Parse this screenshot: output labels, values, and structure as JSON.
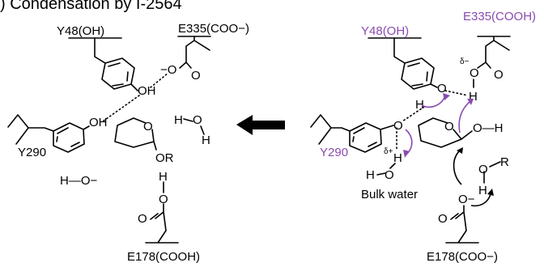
{
  "title": ") Condensation by I-2564",
  "colors": {
    "residue_highlight": "#8a4bb0",
    "ink": "#000000",
    "big_arrow": "#000000"
  },
  "left": {
    "residues": {
      "y48": "Y48(OH)",
      "e335": "E335(COO−)",
      "y290": "Y290",
      "e178": "E178(COOH)"
    },
    "atoms": {
      "oh_tyr48": "OH",
      "o_minus": "−O",
      "o_carbonyl": "O",
      "oh_tyr290": "OH",
      "ring_o": "O",
      "or": "OR",
      "water_h1": "H",
      "water_o": "O",
      "water_h2": "H",
      "hydroxide": "H—O−",
      "e178_h": "H",
      "e178_oh_o": "O",
      "e178_co_o": "O"
    }
  },
  "right": {
    "residues": {
      "y48": "Y48(OH)",
      "e335": "E335(COOH)",
      "y290": "Y290",
      "e178": "E178(COO−)"
    },
    "label_bulk_water": "Bulk water",
    "atoms": {
      "tyr48_o": "O",
      "tyr48_h": "H",
      "e335_delta": "δ−",
      "e335_o": "O",
      "e335_h": "H",
      "e335_co_o": "O",
      "tyr290_o": "O",
      "tyr290_delta": "δ+",
      "tyr290_h": "H",
      "ring_o": "O",
      "oh": "O—H",
      "water_h": "H",
      "water_o": "O",
      "ror_o": "O",
      "ror_r": "R",
      "ror_h": "H",
      "e178_o_minus": "O−",
      "e178_co_o": "O"
    }
  }
}
